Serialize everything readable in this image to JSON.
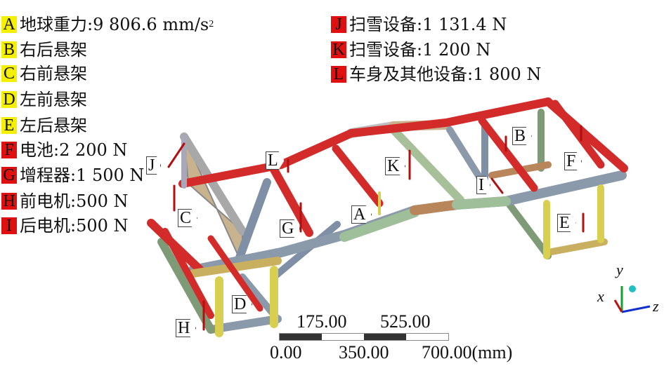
{
  "legend_left": [
    {
      "key": "A",
      "text": "地球重力:9 806.6 mm/s",
      "sup": "2",
      "color": "#f5f000"
    },
    {
      "key": "B",
      "text": "右后悬架",
      "color": "#f5f000"
    },
    {
      "key": "C",
      "text": "右前悬架",
      "color": "#f5f000"
    },
    {
      "key": "D",
      "text": "左前悬架",
      "color": "#f5f000"
    },
    {
      "key": "E",
      "text": "左后悬架",
      "color": "#f5f000"
    },
    {
      "key": "F",
      "text": "电池:2 200 N",
      "color": "#e01010"
    },
    {
      "key": "G",
      "text": "增程器:1 500 N",
      "color": "#e01010"
    },
    {
      "key": "H",
      "text": "前电机:500 N",
      "color": "#e01010"
    },
    {
      "key": "I",
      "text": "后电机:500 N",
      "color": "#e01010"
    }
  ],
  "legend_right": [
    {
      "key": "J",
      "text": "扫雪设备:1 131.4 N",
      "color": "#e01010"
    },
    {
      "key": "K",
      "text": "扫雪设备:1 200 N",
      "color": "#e01010"
    },
    {
      "key": "L",
      "text": "车身及其他设备:1 800 N",
      "color": "#e01010"
    }
  ],
  "callouts": [
    "J",
    "L",
    "K",
    "B",
    "F",
    "I",
    "C",
    "G",
    "A",
    "E",
    "D",
    "H"
  ],
  "scale": {
    "top": [
      "175.00",
      "525.00"
    ],
    "bottom": [
      "0.00",
      "350.00",
      "700.00(mm)"
    ]
  },
  "axes": {
    "x": "x",
    "y": "y",
    "z": "z"
  }
}
